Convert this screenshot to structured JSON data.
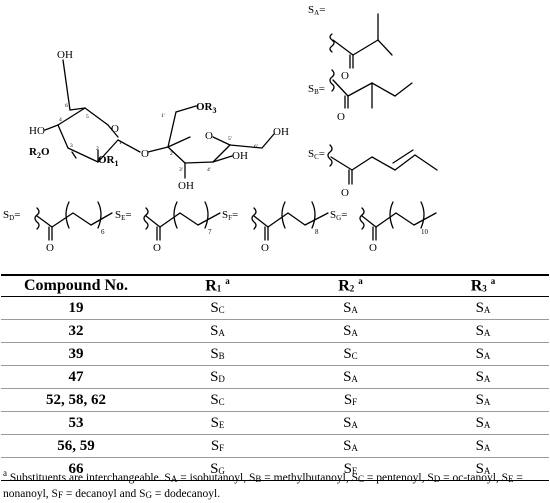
{
  "structure": {
    "labels": {
      "OH_top": "OH",
      "HO_left": "HO",
      "R2O": "R",
      "R2O_sub": "2",
      "R2O_o": "O",
      "OR1": "OR",
      "OR1_sub": "1",
      "O_link": "O",
      "OR3": "OR",
      "OR3_sub": "3",
      "O_ring_glc": "O",
      "O_ring_fru": "O",
      "OH_fru_right": "OH",
      "OH_fru_r2": "OH",
      "OH_fru_bottom": "OH",
      "n6": "6",
      "n5": "5",
      "n4": "4",
      "n3": "3",
      "n2": "2",
      "n1": "1",
      "n1p": "1'",
      "n2p": "2'",
      "n3p": "3'",
      "n4p": "4'",
      "n5p": "5'",
      "n6p": "6'"
    },
    "substituents": [
      {
        "letter": "S",
        "sub": "A",
        "eq": "="
      },
      {
        "letter": "S",
        "sub": "B",
        "eq": "="
      },
      {
        "letter": "S",
        "sub": "C",
        "eq": "="
      },
      {
        "letter": "S",
        "sub": "D",
        "eq": "=",
        "n": "6"
      },
      {
        "letter": "S",
        "sub": "E",
        "eq": "=",
        "n": "7"
      },
      {
        "letter": "S",
        "sub": "F",
        "eq": "=",
        "n": "8"
      },
      {
        "letter": "S",
        "sub": "G",
        "eq": "=",
        "n": "10"
      }
    ],
    "carbonyl_o": "O"
  },
  "table": {
    "headers": [
      {
        "main": "Compound No.",
        "r": "",
        "sup": ""
      },
      {
        "main": "R",
        "r": "1",
        "sup": "a"
      },
      {
        "main": "R",
        "r": "2",
        "sup": "a"
      },
      {
        "main": "R",
        "r": "3",
        "sup": "a"
      }
    ],
    "rows": [
      {
        "compound": "19",
        "r1": [
          "S",
          "C"
        ],
        "r2": [
          "S",
          "A"
        ],
        "r3": [
          "S",
          "A"
        ]
      },
      {
        "compound": "32",
        "r1": [
          "S",
          "A"
        ],
        "r2": [
          "S",
          "A"
        ],
        "r3": [
          "S",
          "A"
        ]
      },
      {
        "compound": "39",
        "r1": [
          "S",
          "B"
        ],
        "r2": [
          "S",
          "C"
        ],
        "r3": [
          "S",
          "A"
        ]
      },
      {
        "compound": "47",
        "r1": [
          "S",
          "D"
        ],
        "r2": [
          "S",
          "A"
        ],
        "r3": [
          "S",
          "A"
        ]
      },
      {
        "compound": "52, 58, 62",
        "r1": [
          "S",
          "C"
        ],
        "r2": [
          "S",
          "F"
        ],
        "r3": [
          "S",
          "A"
        ]
      },
      {
        "compound": "53",
        "r1": [
          "S",
          "E"
        ],
        "r2": [
          "S",
          "A"
        ],
        "r3": [
          "S",
          "A"
        ]
      },
      {
        "compound": "56, 59",
        "r1": [
          "S",
          "F"
        ],
        "r2": [
          "S",
          "A"
        ],
        "r3": [
          "S",
          "A"
        ]
      },
      {
        "compound": "66",
        "r1": [
          "S",
          "G"
        ],
        "r2": [
          "S",
          "E"
        ],
        "r3": [
          "S",
          "A"
        ]
      }
    ]
  },
  "footnote": {
    "mark": "a",
    "text": "Substituents are interchangeable. S",
    "items": [
      {
        "sub": "A",
        "text": " = isobutanoyl, S"
      },
      {
        "sub": "B",
        "text": " = methylbutanoyl, S"
      },
      {
        "sub": "C",
        "text": " = pentenoyl, S"
      },
      {
        "sub": "D",
        "text": " = oc-tanoyl, S"
      },
      {
        "sub": "E",
        "text": " = nonanoyl, S"
      },
      {
        "sub": "F",
        "text": " = decanoyl and S"
      },
      {
        "sub": "G",
        "text": " = dodecanoyl."
      }
    ]
  }
}
